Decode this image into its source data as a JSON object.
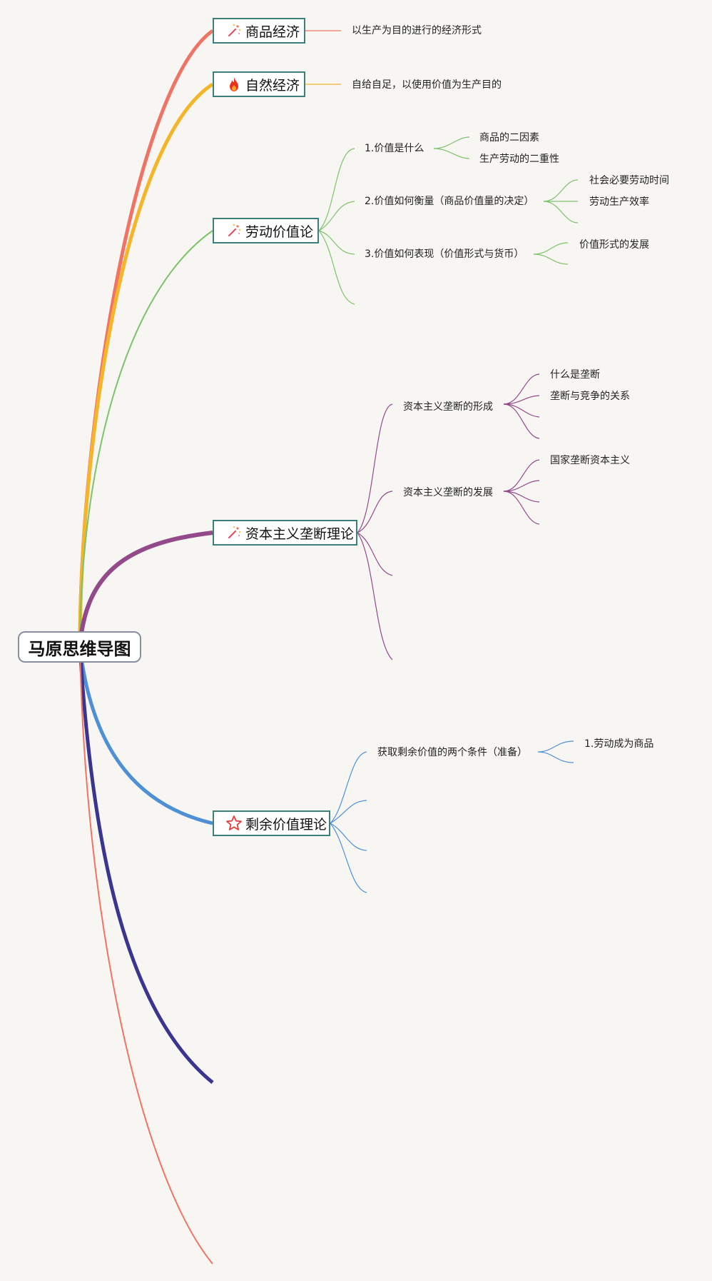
{
  "root": {
    "title": "马原思维导图"
  },
  "topics": {
    "commodity_economy": {
      "title": "商品经济",
      "note": "以生产为目的进行的经济形式",
      "icon": "magic-sparkle-icon",
      "color": "#f07466"
    },
    "natural_economy": {
      "title": "自然经济",
      "note": "自给自足，以使用价值为生产目的",
      "icon": "fire-icon",
      "color": "#f5b52a"
    },
    "labor_value": {
      "title": "劳动价值论",
      "icon": "magic-sparkle-icon",
      "color": "#7dc36a",
      "items": [
        {
          "label": "1.价值是什么",
          "children": [
            "商品的二因素",
            "生产劳动的二重性"
          ]
        },
        {
          "label": "2.价值如何衡量（商品价值量的决定）",
          "children": [
            "社会必要劳动时间",
            "劳动生产效率"
          ]
        },
        {
          "label": "3.价值如何表现（价值形式与货币）",
          "children": [
            "价值形式的发展"
          ]
        }
      ]
    },
    "monopoly": {
      "title": "资本主义垄断理论",
      "icon": "magic-sparkle-icon",
      "color": "#924a8a",
      "items": [
        {
          "label": "资本主义垄断的形成",
          "children": [
            "什么是垄断",
            "垄断与竞争的关系"
          ]
        },
        {
          "label": "资本主义垄断的发展",
          "children": [
            "国家垄断资本主义"
          ]
        }
      ]
    },
    "surplus_value": {
      "title": "剩余价值理论",
      "icon": "star-outline-icon",
      "color": "#4f8fd6",
      "items": [
        {
          "label": "获取剩余价值的两个条件（准备）",
          "children": [
            "1.劳动成为商品"
          ]
        }
      ]
    }
  },
  "colors": {
    "background": "#f8f6f3",
    "topic_border": "#3d7f7a",
    "navy_branch": "#3a3590",
    "red_branch_thin": "#f07466"
  }
}
